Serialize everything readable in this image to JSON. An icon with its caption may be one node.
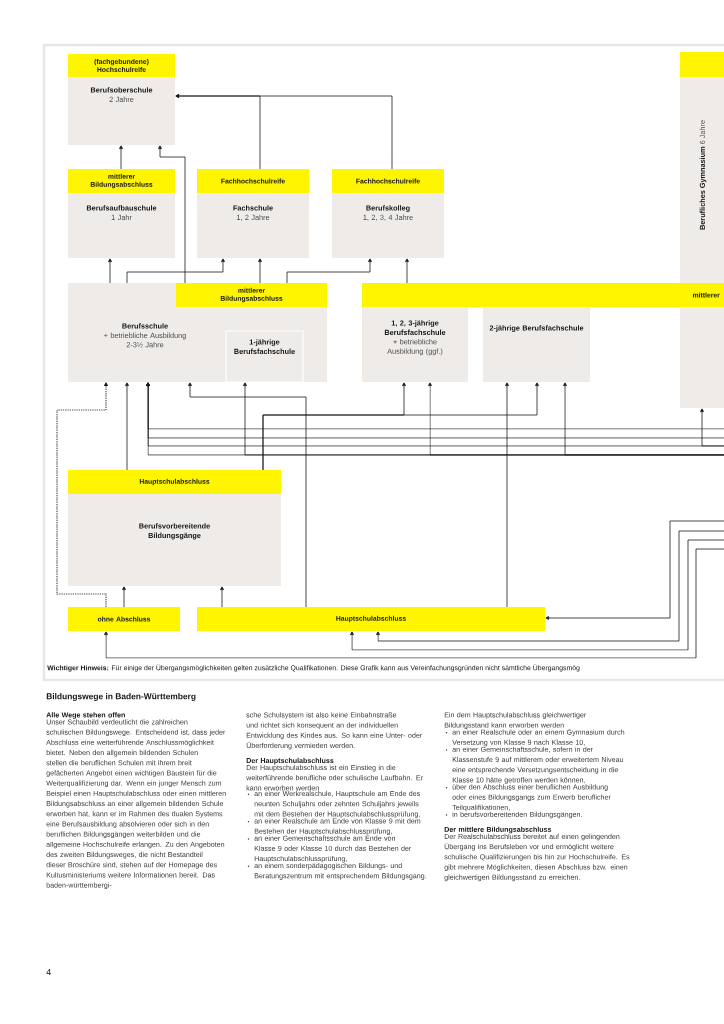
{
  "diagram": {
    "title": "Bildungswege in Baden-Württemberg",
    "nodes": [
      {
        "text": [
          "(fachgebundene) Hochschulreife",
          "Berufsoberschule",
          "2 Jahre"
        ]
      },
      {
        "text": [
          "mittlerer Bildungsabschluss",
          "Berufsaufbauschule",
          "1 Jahr"
        ]
      },
      {
        "text": [
          "Fachhochschulreife",
          "Fachschule",
          "1, 2 Jahre"
        ]
      },
      {
        "text": [
          "Fachhochschulreife",
          "Berufskolleg",
          "1, 2, 3, 4 Jahre"
        ]
      },
      {
        "text": [
          "Berufliches Gymnasium",
          "6 Jahre"
        ]
      },
      {
        "text": [
          "Berufsschule",
          "+ betriebliche Ausbildung",
          "2-3½ Jahre"
        ]
      },
      {
        "text": [
          "mittlerer Bildungsabschluss"
        ],
        "in": 5
      },
      {
        "text": [
          "1-jährige Berufsfachschule"
        ],
        "in": 5
      },
      {
        "text": [
          "mittlerer"
        ]
      },
      {
        "text": [
          "1, 2, 3-jährige Berufsfachschule",
          "+ betriebliche Ausbildung (ggf.)"
        ]
      },
      {
        "text": [
          "2-jährige Berufsfachschule"
        ]
      },
      {
        "text": [
          "Hauptschulabschluss",
          "Berufsvorbereitende Bildungsgänge"
        ]
      },
      {
        "text": [
          "ohne Abschluss"
        ]
      },
      {
        "text": [
          "Hauptschulabschluss"
        ]
      }
    ],
    "edges": [
      {
        "from": 1,
        "to": 0,
        "arrow": "to"
      },
      {
        "from": 6,
        "to": 0,
        "arrow": "to"
      },
      {
        "from": 2,
        "to": 0,
        "arrow": "to"
      },
      {
        "from": 3,
        "to": 0,
        "arrow": "to"
      },
      {
        "from": 5,
        "to": 1,
        "arrow": "to"
      },
      {
        "from": 5,
        "to": 2,
        "arrow": "to"
      },
      {
        "from": 6,
        "to": 2,
        "arrow": "to"
      },
      {
        "from": 6,
        "to": 3,
        "arrow": "to"
      },
      {
        "from": 8,
        "to": 3,
        "arrow": "to"
      },
      {
        "from": 12,
        "to": 5,
        "arrow": "to",
        "style": "dashed"
      },
      {
        "from": 11,
        "to": 5,
        "arrow": "to"
      },
      {
        "from": null,
        "to": 5,
        "arrow": "to"
      },
      {
        "from": null,
        "to": 5,
        "arrow": "to"
      },
      {
        "from": null,
        "to": 5,
        "arrow": "to"
      },
      {
        "from": null,
        "to": 5,
        "arrow": "to"
      },
      {
        "from": null,
        "to": 7,
        "arrow": "to"
      },
      {
        "from": null,
        "to": 9,
        "arrow": "to"
      },
      {
        "from": null,
        "to": 10,
        "arrow": "to"
      },
      {
        "from": null,
        "to": 4,
        "arrow": "to"
      },
      {
        "from": 13,
        "to": 5,
        "arrow": "to"
      },
      {
        "from": 11,
        "to": 9,
        "arrow": "to"
      },
      {
        "from": 11,
        "to": 10,
        "arrow": "to"
      },
      {
        "from": 13,
        "to": 10,
        "arrow": "to"
      },
      {
        "from": 12,
        "to": 11,
        "arrow": "to"
      },
      {
        "from": 13,
        "to": 11,
        "arrow": "to"
      },
      {
        "from": null,
        "to": 13,
        "arrow": "to"
      },
      {
        "from": null,
        "to": 13,
        "arrow": "to"
      },
      {
        "from": null,
        "to": 13,
        "arrow": "to"
      },
      {
        "from": null,
        "to": 12,
        "arrow": "to"
      }
    ],
    "labels": [
      "**Wichtiger Hinweis:** Für einige der Übergangsmöglichkeiten gelten zusätzliche Qualifikationen. Diese Grafik kann aus Vereinfachungsgründen nicht sämtliche Übergangsmög",
      "Alle Wege stehen offen",
      "Unser Schaubild verdeutlicht die zahlreichen schulischen Bildungswege. Entscheidend ist, dass jeder Abschluss eine weiterführende Anschlussmöglichkeit bietet. Neben den allgemein bildenden Schulen stellen die beruflichen Schulen mit ihrem breit gefächerten Angebot einen wichtigen Baustein für die Weiterqualifizierung dar. Wenn ein junger Mensch zum Beispiel einen Hauptschulabschluss oder einen mittleren Bildungsabschluss an einer allgemein bildenden Schule erworben hat, kann er im Rahmen des dualen Systems eine Berufsausbildung absolvieren oder sich in den beruflichen Bildungsgängen weiterbilden und die allgemeine Hochschulreife erlangen. Zu den Angeboten des zweiten Bildungsweges, die nicht Bestandteil dieser Broschüre sind, stehen auf der Homepage des Kultusministeriums weitere Informationen bereit. Das baden-württembergi-",
      "sche Schulsystem ist also keine Einbahnstraße und richtet sich konsequent an der individuellen Entwicklung des Kindes aus. So kann eine Unter- oder Überforderung vermieden werden.",
      "Der Hauptschulabschluss",
      "Der Hauptschulabschluss ist ein Einstieg in die weiterführende berufliche oder schulische Laufbahn. Er kann erworben werden",
      "an einer Werkrealschule, Hauptschule am Ende des neunten Schuljahrs oder zehnten Schuljahrs jeweils mit dem Bestehen der Hauptschulabschlussprüfung,",
      "an einer Realschule am Ende von Klasse 9 mit dem Bestehen der Hauptschulabschlussprüfung,",
      "an einer Gemeinschaftsschule am Ende von Klasse 9 oder Klasse 10 durch das Bestehen der Hauptschulabschlussprüfung,",
      "an einem sonderpädagogischen Bildungs- und Beratungszentrum mit entsprechendem Bildungsgang.",
      "Ein dem Hauptschulabschluss gleichwertiger Bildungsstand kann erworben werden",
      "an einer Realschule oder an einem Gymnasium durch Versetzung von Klasse 9 nach Klasse 10,",
      "an einer Gemeinschaftsschule, sofern in der Klassenstufe 9 auf mittlerem oder erweitertem Niveau eine entsprechende Versetzungsentscheidung in die Klasse 10 hätte getroffen werden können,",
      "über den Abschluss einer beruflichen Ausbildung oder eines Bildungsgangs zum Erwerb beruflicher Teilqualifikationen,",
      "in berufsvorbereitenden Bildungsgängen.",
      "Der mittlere Bildungsabschluss",
      "Der Realschulabschluss bereitet auf einen gelingenden Übergang ins Berufsleben vor und ermöglicht weitere schulische Qualifizierungen bis hin zur Hochschulreife. Es gibt mehrere Möglichkeiten, diesen Abschluss bzw. einen gleichwertigen Bildungsstand zu erreichen.",
      "4"
    ]
  }
}
